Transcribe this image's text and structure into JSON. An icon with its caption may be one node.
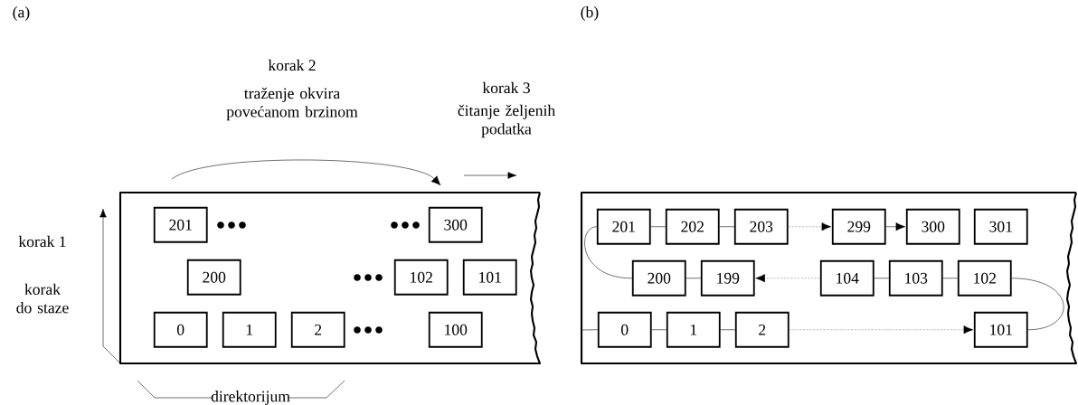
{
  "diagram": {
    "nodes": [
      {
        "text": [],
        "shape": "box"
      },
      {
        "text": [
          "201"
        ],
        "in": 0
      },
      {
        "text": [
          "300"
        ],
        "in": 0
      },
      {
        "text": [
          "200"
        ],
        "in": 0
      },
      {
        "text": [
          "102"
        ],
        "in": 0
      },
      {
        "text": [
          "101"
        ],
        "in": 0
      },
      {
        "text": [
          "0"
        ],
        "in": 0
      },
      {
        "text": [
          "1"
        ],
        "in": 0
      },
      {
        "text": [
          "2"
        ],
        "in": 0
      },
      {
        "text": [
          "100"
        ],
        "in": 0
      },
      {
        "text": [],
        "shape": "box"
      },
      {
        "text": [
          "201"
        ],
        "in": 10
      },
      {
        "text": [
          "202"
        ],
        "in": 10
      },
      {
        "text": [
          "203"
        ],
        "in": 10
      },
      {
        "text": [
          "299"
        ],
        "in": 10
      },
      {
        "text": [
          "300"
        ],
        "in": 10
      },
      {
        "text": [
          "301"
        ],
        "in": 10
      },
      {
        "text": [
          "200"
        ],
        "in": 10
      },
      {
        "text": [
          "199"
        ],
        "in": 10
      },
      {
        "text": [
          "104"
        ],
        "in": 10
      },
      {
        "text": [
          "103"
        ],
        "in": 10
      },
      {
        "text": [
          "102"
        ],
        "in": 10
      },
      {
        "text": [
          "0"
        ],
        "in": 10
      },
      {
        "text": [
          "1"
        ],
        "in": 10
      },
      {
        "text": [
          "2"
        ],
        "in": 10
      },
      {
        "text": [
          "101"
        ],
        "in": 10
      }
    ],
    "edges": [
      {
        "from": null,
        "to": 0,
        "arrow": "to"
      },
      {
        "from": null,
        "to": 22,
        "arrow": "none"
      },
      {
        "from": 22,
        "to": 23,
        "arrow": "none"
      },
      {
        "from": 23,
        "to": 24,
        "arrow": "none"
      },
      {
        "from": 24,
        "to": 25,
        "arrow": "to",
        "style": "dashed",
        "color": "#808080"
      },
      {
        "from": 25,
        "to": 21,
        "arrow": "none"
      },
      {
        "from": 21,
        "to": 20,
        "arrow": "none"
      },
      {
        "from": 20,
        "to": 19,
        "arrow": "none"
      },
      {
        "from": 19,
        "to": 18,
        "arrow": "to",
        "style": "dashed",
        "color": "#808080"
      },
      {
        "from": 18,
        "to": 17,
        "arrow": "none"
      },
      {
        "from": 17,
        "to": 11,
        "arrow": "none"
      },
      {
        "from": 11,
        "to": 12,
        "arrow": "none"
      },
      {
        "from": 12,
        "to": 13,
        "arrow": "none"
      },
      {
        "from": 13,
        "to": 14,
        "arrow": "to",
        "style": "dashed",
        "color": "#808080"
      },
      {
        "from": 14,
        "to": 15,
        "arrow": "to"
      }
    ],
    "labels": [
      "(a)",
      "(b)",
      "korak 2",
      "traženje okvira povećanom brzinom",
      "korak 3",
      "čitanje željenih podatka",
      "korak 1",
      "korak do staze",
      "direktorijum"
    ]
  }
}
